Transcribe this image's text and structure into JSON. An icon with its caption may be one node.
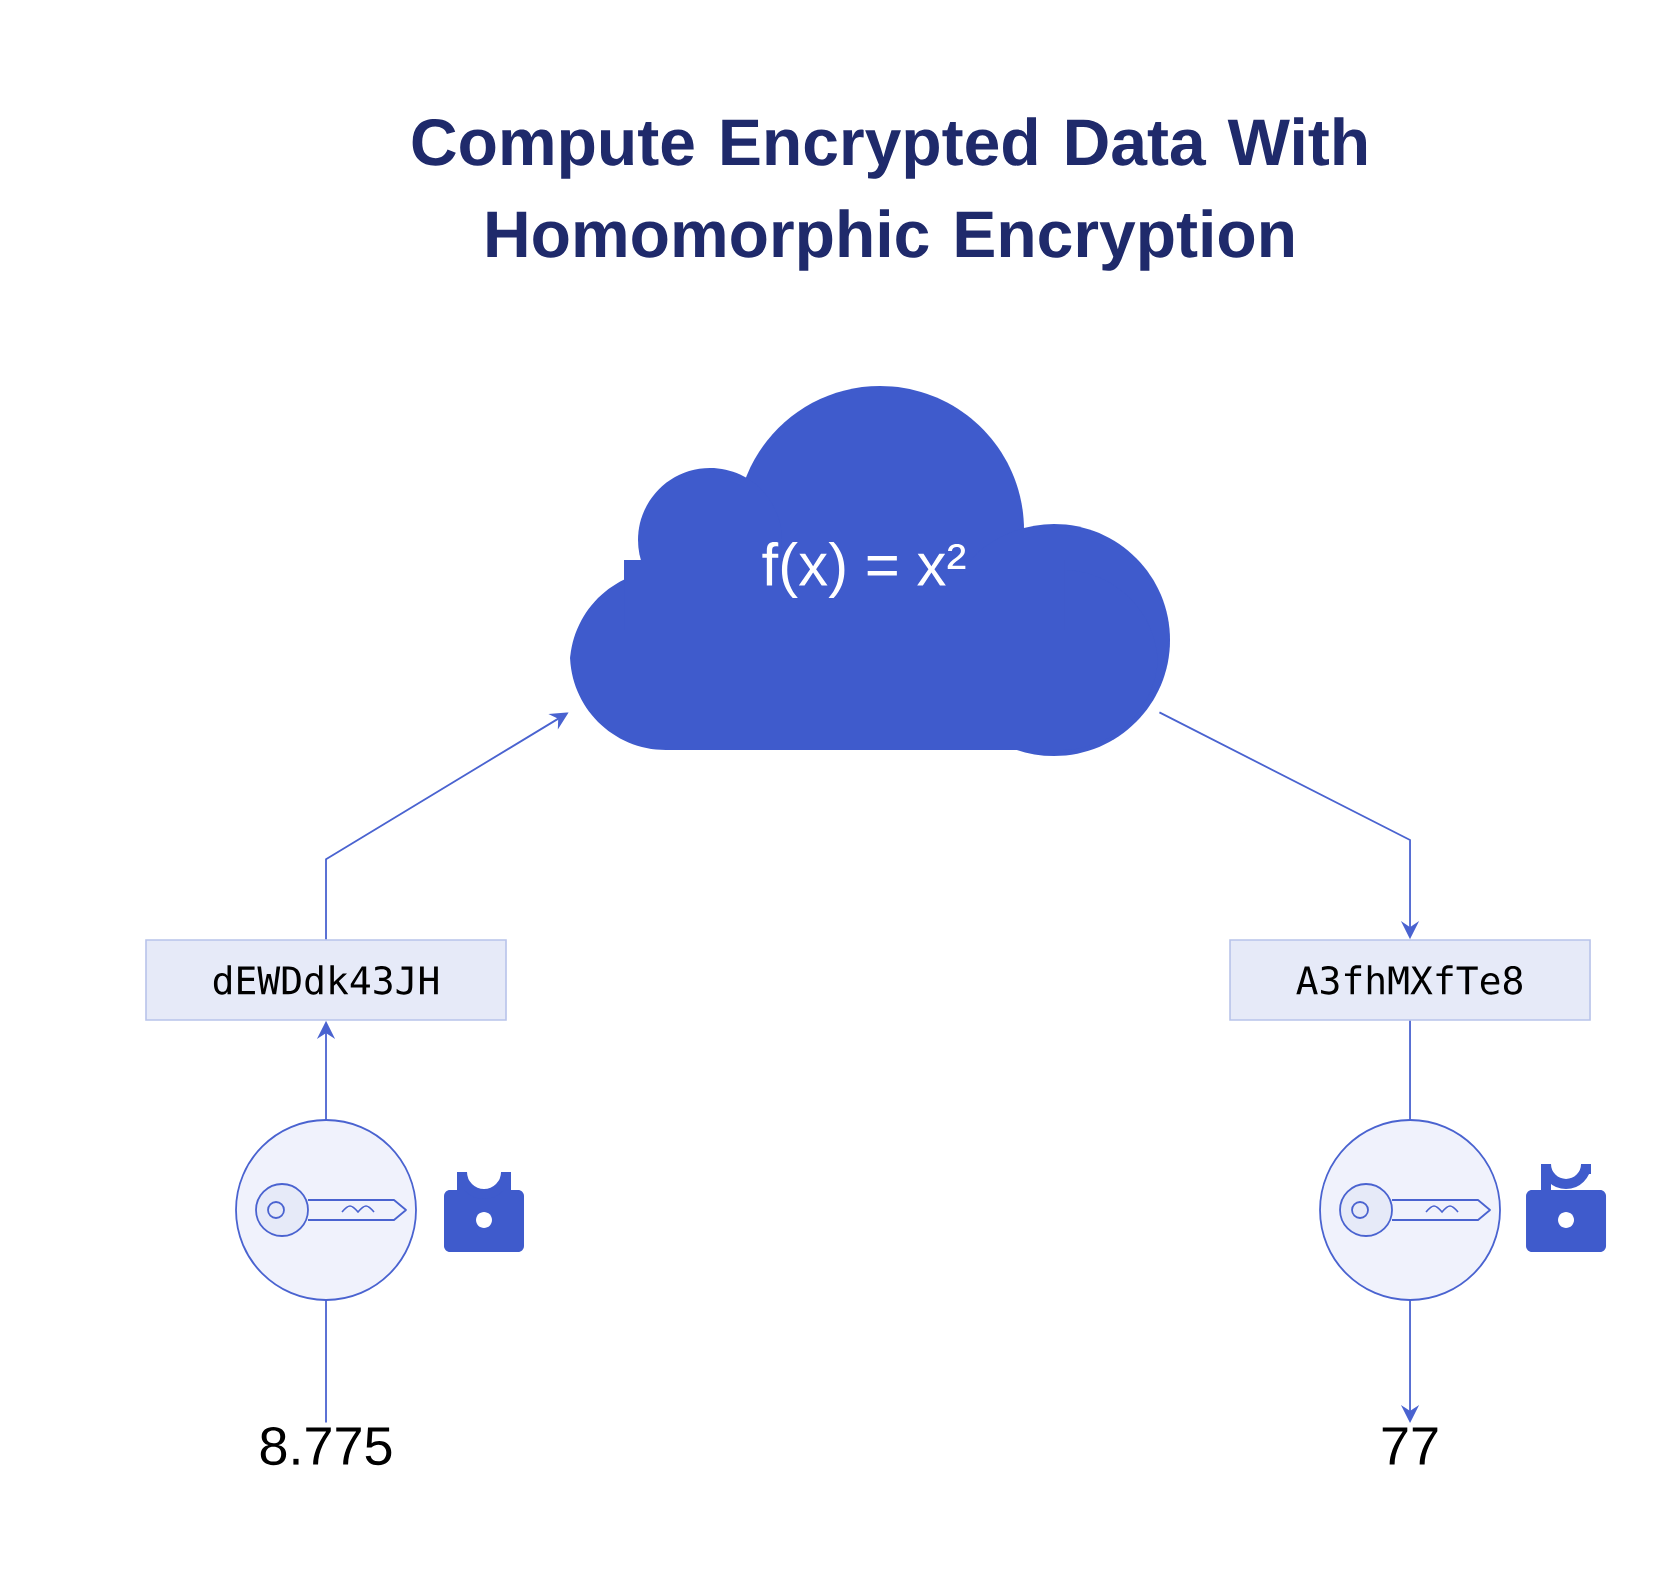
{
  "diagram": {
    "title": "Compute Encrypted Data With Homomorphic Encryption",
    "nodes": [
      {
        "text": [
          "f(x) = x²"
        ]
      },
      {
        "text": [
          "dEWDdk43JH"
        ]
      },
      {
        "text": [
          "A3fhMXfTe8"
        ]
      },
      {
        "text": [],
        "shape": "circle"
      },
      {
        "text": [],
        "shape": "circle"
      },
      {
        "text": [
          "8.775"
        ]
      },
      {
        "text": [
          "77"
        ]
      }
    ],
    "edges": [
      {
        "from": 5,
        "to": 3,
        "arrow": "none"
      },
      {
        "from": 3,
        "to": 1,
        "arrow": "to"
      },
      {
        "from": 1,
        "to": 0,
        "arrow": "to"
      },
      {
        "from": 0,
        "to": 2,
        "arrow": "to"
      },
      {
        "from": 2,
        "to": 4,
        "arrow": "none"
      },
      {
        "from": 4,
        "to": 6,
        "arrow": "to"
      }
    ]
  }
}
